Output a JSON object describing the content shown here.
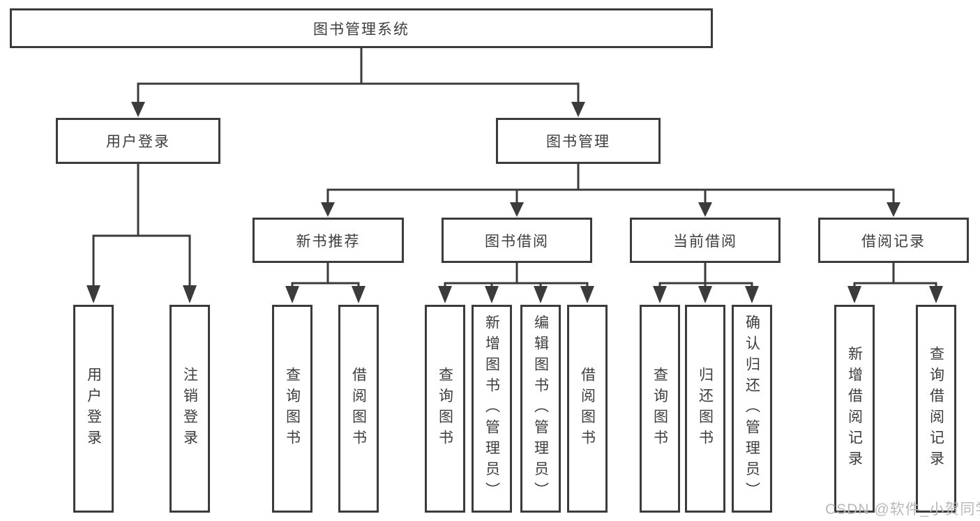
{
  "diagram": {
    "title": "图书管理系统",
    "nodes": {
      "root": {
        "label": "图书管理系统"
      },
      "l2_user_login": {
        "label": "用户登录"
      },
      "l2_book_management": {
        "label": "图书管理"
      },
      "l3_new_book_recommend": {
        "label": "新书推荐"
      },
      "l3_book_borrowing": {
        "label": "图书借阅"
      },
      "l3_current_borrowing": {
        "label": "当前借阅"
      },
      "l3_borrowing_records": {
        "label": "借阅记录"
      },
      "leaf_user_login": {
        "label": "用户登录"
      },
      "leaf_logout": {
        "label": "注销登录"
      },
      "leaf_rec_query_books": {
        "label": "查询图书"
      },
      "leaf_rec_borrow_books": {
        "label": "借阅图书"
      },
      "leaf_bor_query_books": {
        "label": "查询图书"
      },
      "leaf_bor_add_books_admin": {
        "label": "新增图书（管理员）"
      },
      "leaf_bor_edit_books_admin": {
        "label": "编辑图书（管理员）"
      },
      "leaf_bor_borrow_books": {
        "label": "借阅图书"
      },
      "leaf_cur_query_books": {
        "label": "查询图书"
      },
      "leaf_cur_return_books": {
        "label": "归还图书"
      },
      "leaf_cur_confirm_return_admin": {
        "label": "确认归还（管理员）"
      },
      "leaf_hist_add_record": {
        "label": "新增借阅记录"
      },
      "leaf_hist_query_record": {
        "label": "查询借阅记录"
      }
    },
    "hierarchy_note": "root > [用户登录 > (用户登录, 注销登录)], [图书管理 > (新书推荐 > 查询图书/借阅图书), (图书借阅 > 查询图书/新增图书（管理员）/编辑图书（管理员）/借阅图书), (当前借阅 > 查询图书/归还图书/确认归还（管理员）), (借阅记录 > 新增借阅记录/查询借阅记录)]",
    "colors": {
      "line": "#3b3b3b",
      "text": "#3d3d3d",
      "background": "#ffffff",
      "watermark": "#b9b9b9"
    },
    "watermark": "CSDN @软件_小贺同学"
  }
}
